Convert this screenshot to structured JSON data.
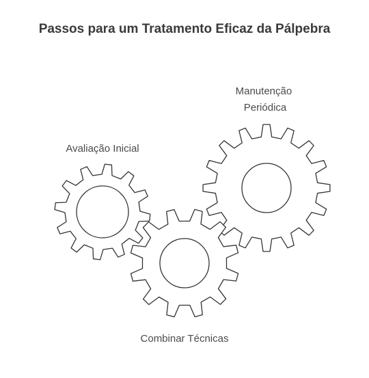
{
  "title": "Passos para um Tratamento Eficaz da Pálpebra",
  "gears": [
    {
      "label_lines": [
        "Manutenção",
        "Periódica"
      ],
      "teeth": 16
    },
    {
      "label_lines": [
        "Avaliação Inicial"
      ],
      "teeth": 12
    },
    {
      "label_lines": [
        "Combinar Técnicas"
      ],
      "teeth": 12
    }
  ]
}
